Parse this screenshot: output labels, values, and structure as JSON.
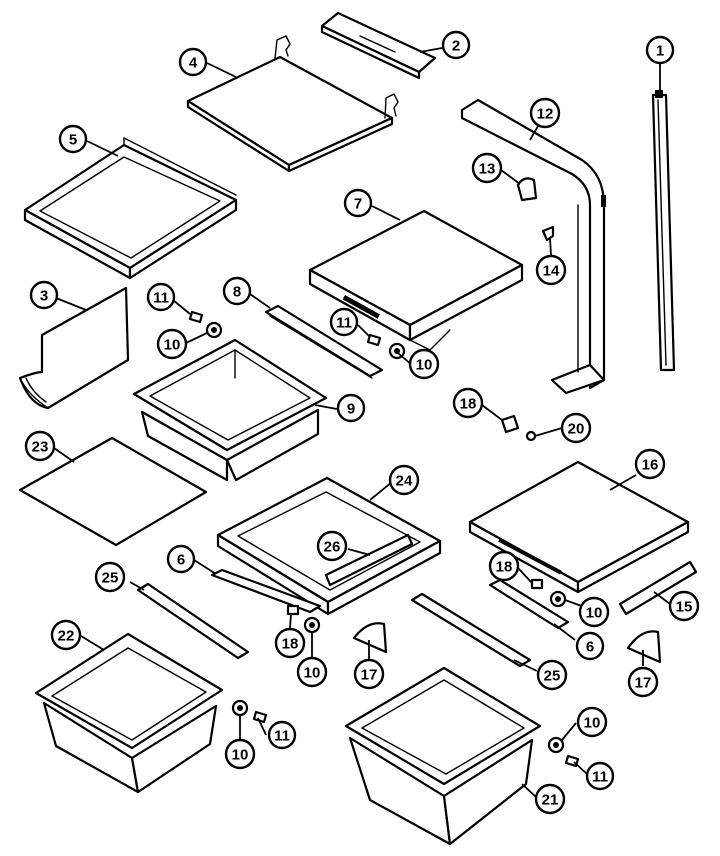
{
  "callouts": [
    {
      "id": "c1",
      "label": "1"
    },
    {
      "id": "c2",
      "label": "2"
    },
    {
      "id": "c3",
      "label": "3"
    },
    {
      "id": "c4",
      "label": "4"
    },
    {
      "id": "c5",
      "label": "5"
    },
    {
      "id": "c6a",
      "label": "6"
    },
    {
      "id": "c6b",
      "label": "6"
    },
    {
      "id": "c7",
      "label": "7"
    },
    {
      "id": "c8",
      "label": "8"
    },
    {
      "id": "c9",
      "label": "9"
    },
    {
      "id": "c10a",
      "label": "10"
    },
    {
      "id": "c10b",
      "label": "10"
    },
    {
      "id": "c10c",
      "label": "10"
    },
    {
      "id": "c10d",
      "label": "10"
    },
    {
      "id": "c10e",
      "label": "10"
    },
    {
      "id": "c10f",
      "label": "10"
    },
    {
      "id": "c11a",
      "label": "11"
    },
    {
      "id": "c11b",
      "label": "11"
    },
    {
      "id": "c11c",
      "label": "11"
    },
    {
      "id": "c11d",
      "label": "11"
    },
    {
      "id": "c12",
      "label": "12"
    },
    {
      "id": "c13",
      "label": "13"
    },
    {
      "id": "c14",
      "label": "14"
    },
    {
      "id": "c15",
      "label": "15"
    },
    {
      "id": "c16",
      "label": "16"
    },
    {
      "id": "c17a",
      "label": "17"
    },
    {
      "id": "c17b",
      "label": "17"
    },
    {
      "id": "c18a",
      "label": "18"
    },
    {
      "id": "c18b",
      "label": "18"
    },
    {
      "id": "c18c",
      "label": "18"
    },
    {
      "id": "c20",
      "label": "20"
    },
    {
      "id": "c21",
      "label": "21"
    },
    {
      "id": "c22",
      "label": "22"
    },
    {
      "id": "c23",
      "label": "23"
    },
    {
      "id": "c24",
      "label": "24"
    },
    {
      "id": "c25a",
      "label": "25"
    },
    {
      "id": "c25b",
      "label": "25"
    },
    {
      "id": "c26",
      "label": "26"
    }
  ]
}
